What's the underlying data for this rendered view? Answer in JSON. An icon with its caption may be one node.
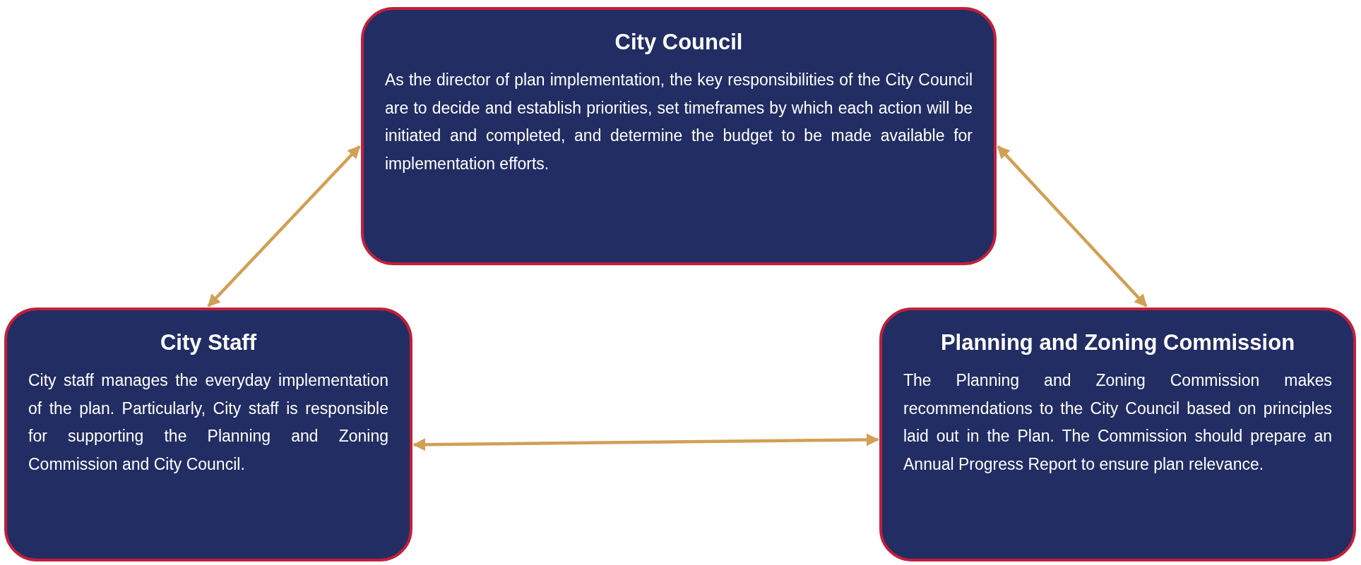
{
  "diagram": {
    "nodes": [
      {
        "text": [
          "City Council",
          "As the director of plan implementation, the key responsibilities of the City Council are to decide and establish priorities, set timeframes by which each action will be initiated and completed, and determine the budget to be made available for implementation efforts."
        ]
      },
      {
        "text": [
          "City Staff",
          "City staff manages the everyday implementation of the plan. Particularly, City staff is responsible for supporting the Planning and Zoning Commission and City Council."
        ]
      },
      {
        "text": [
          "Planning and Zoning Commission",
          "The Planning and Zoning Commission makes recommendations to the City Council based on principles laid out in the Plan. The Commission should prepare an Annual Progress Report to ensure plan relevance."
        ]
      }
    ],
    "edges": [
      {
        "from": 0,
        "to": 1,
        "arrow": "both"
      },
      {
        "from": 0,
        "to": 2,
        "arrow": "both"
      },
      {
        "from": 1,
        "to": 2,
        "arrow": "both"
      }
    ]
  }
}
